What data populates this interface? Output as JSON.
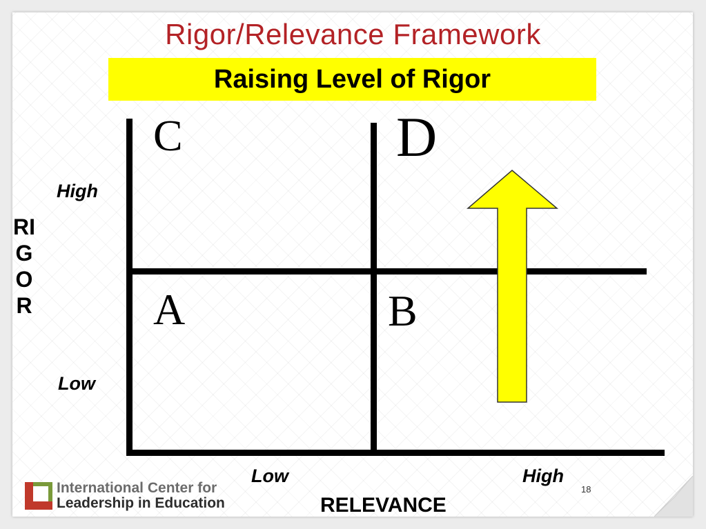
{
  "slide": {
    "title": "Rigor/Relevance Framework",
    "banner": "Raising Level of Rigor",
    "quadrants": {
      "a": "A",
      "b": "B",
      "c": "C",
      "d": "D"
    },
    "y_axis": {
      "label_lines": [
        "RI",
        "G",
        "O",
        "R"
      ],
      "high": "High",
      "low": "Low"
    },
    "x_axis": {
      "label": "RELEVANCE",
      "low": "Low",
      "high": "High"
    },
    "arrow": {
      "direction": "up",
      "color": "#ffff00"
    },
    "slide_number": "18",
    "logo": {
      "line1": "International Center for",
      "line2": "Leadership in Education"
    }
  },
  "colors": {
    "title": "#b32226",
    "banner_bg": "#ffff00",
    "logo_red": "#c0392b",
    "logo_green": "#7a9a3a"
  }
}
